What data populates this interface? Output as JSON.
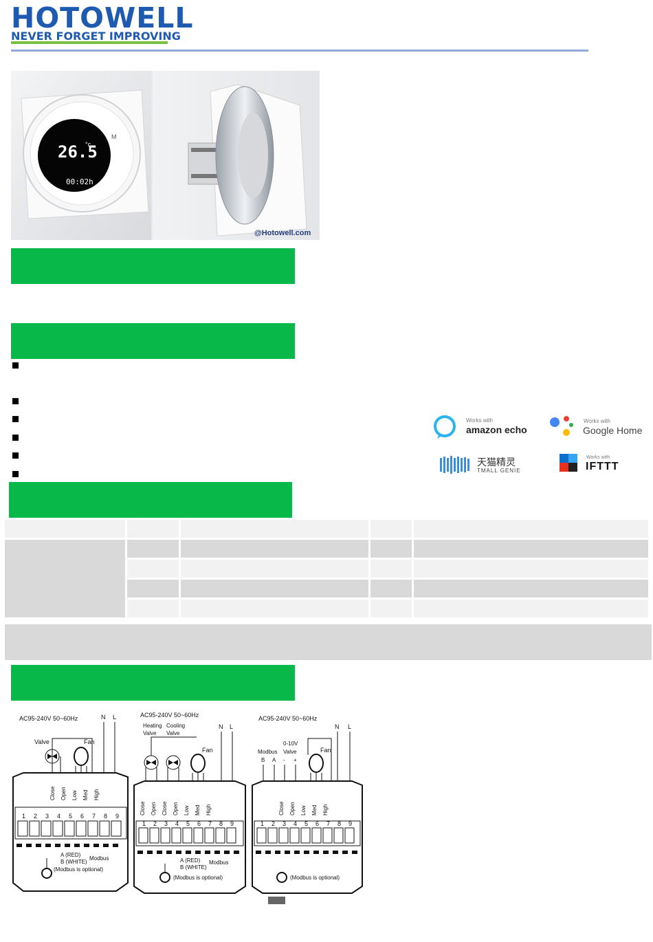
{
  "header": {
    "brand": "HOTOWELL",
    "tagline": "NEVER FORGET IMPROVING"
  },
  "product_photo": {
    "credit": "@Hotowell.com",
    "display_temp": "26.5",
    "display_unit": "°c",
    "display_time": "00:02h",
    "button_mode": "M"
  },
  "ecosystem": {
    "amazon_works_with": "Works with",
    "amazon_label": "amazon echo",
    "google_works_with": "Works with",
    "google_label": "Google Home",
    "tmall_cn": "天猫精灵",
    "tmall_label": "TMALL GENIE",
    "ifttt_works_with": "Works with",
    "ifttt_label": "IFTTT"
  },
  "wiring": {
    "d1": {
      "supply": "AC95-240V  50~60Hz",
      "n": "N",
      "l": "L",
      "valve": "Valve",
      "fan": "Fan",
      "terminals": [
        "Close",
        "Open",
        "Low",
        "Med",
        "High"
      ],
      "numbers": [
        "1",
        "2",
        "3",
        "4",
        "5",
        "6",
        "7",
        "8",
        "9"
      ],
      "modbus_a": "A (RED)",
      "modbus_b": "B (WHITE)",
      "modbus": "Modbus",
      "modbus_opt": "(Modbus is optional)"
    },
    "d2": {
      "supply": "AC95-240V  50~60Hz",
      "n": "N",
      "l": "L",
      "heating": "Heating",
      "heating2": "Valve",
      "cooling": "Cooling",
      "cooling2": "Valve",
      "fan": "Fan",
      "terminals": [
        "Close",
        "Open",
        "Close",
        "Open",
        "Low",
        "Med",
        "High"
      ],
      "numbers": [
        "1",
        "2",
        "3",
        "4",
        "5",
        "6",
        "7",
        "8",
        "9"
      ],
      "modbus_a": "A (RED)",
      "modbus_b": "B (WHITE)",
      "modbus": "Modbus",
      "modbus_opt": "(Modbus is optional)"
    },
    "d3": {
      "supply": "AC95-240V  50~60Hz",
      "n": "N",
      "l": "L",
      "valve1": "0-10V",
      "valve2": "Valve",
      "modbus": "Modbus",
      "fan": "Fan",
      "pins": [
        "B",
        "A",
        "-",
        "+"
      ],
      "terminals": [
        "Close",
        "Open",
        "Low",
        "Med",
        "High"
      ],
      "numbers": [
        "1",
        "2",
        "3",
        "4",
        "5",
        "6",
        "7",
        "8",
        "9"
      ],
      "modbus_opt": "(Modbus is optional)"
    }
  },
  "colors": {
    "brand_blue": "#1e5bb0",
    "section_green": "#08b94a",
    "table_dark": "#d9d9d9",
    "table_light": "#f2f2f2"
  }
}
